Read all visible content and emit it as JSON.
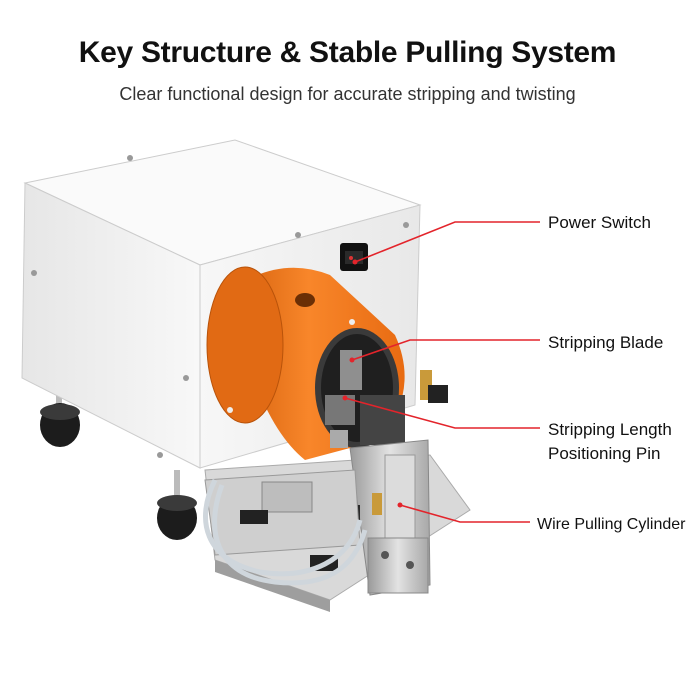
{
  "header": {
    "title": "Key Structure & Stable Pulling System",
    "subtitle": "Clear functional design for accurate stripping and twisting"
  },
  "callouts": {
    "power_switch": "Power Switch",
    "stripping_blade": "Stripping Blade",
    "positioning_pin_line1": "Stripping Length",
    "positioning_pin_line2": "Positioning Pin",
    "wire_pulling_cylinder": "Wire Pulling Cylinder"
  },
  "colors": {
    "callout_line": "#e3242b",
    "housing": "#f4f4f4",
    "funnel": "#f47a1f",
    "metal": "#c9c9c9"
  }
}
